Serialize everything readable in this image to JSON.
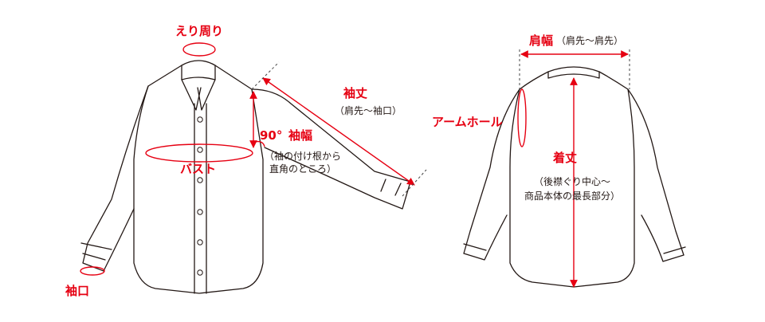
{
  "colors": {
    "accent": "#e60012",
    "line": "#231815",
    "guide": "#444444"
  },
  "front": {
    "collar": "えり周り",
    "bust": "バスト",
    "sleeve_length": "袖丈",
    "sleeve_length_note": "（肩先〜袖口）",
    "angle": "90°",
    "sleeve_width": "袖幅",
    "sleeve_width_note_1": "（袖の付け根から",
    "sleeve_width_note_2": "直角のところ）",
    "cuff": "袖口"
  },
  "back": {
    "shoulder_width": "肩幅",
    "shoulder_width_note": "（肩先〜肩先）",
    "armhole": "アームホール",
    "length": "着丈",
    "length_note_1": "（後襟ぐり中心〜",
    "length_note_2": "商品本体の最長部分）"
  }
}
